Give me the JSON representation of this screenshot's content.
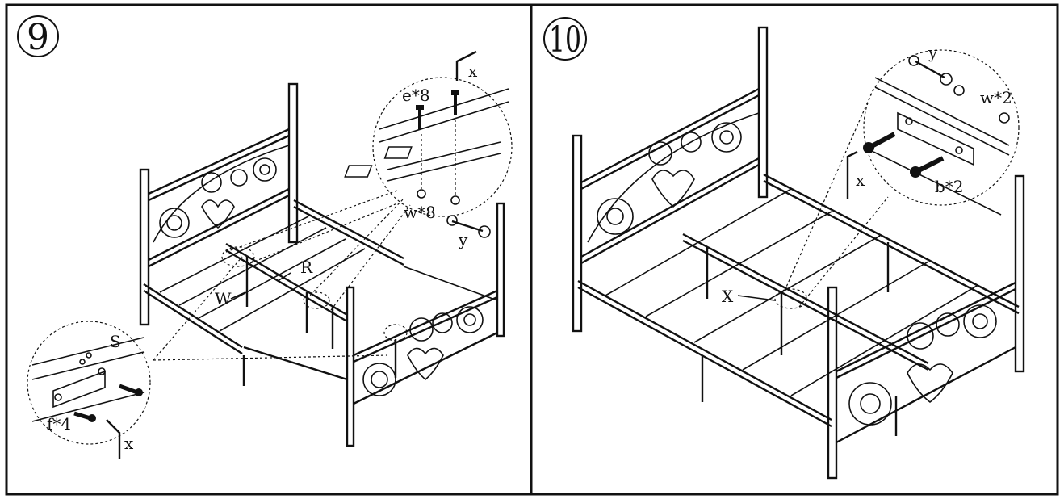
{
  "panels": [
    {
      "step": "9",
      "labels": {
        "x_top": "x",
        "e": "e*8",
        "w": "w*8",
        "y": "y",
        "R": "R",
        "W": "W",
        "S": "S",
        "f": "f*4",
        "x_bottom": "x"
      }
    },
    {
      "step": "10",
      "labels": {
        "y": "y",
        "w": "w*2",
        "x": "x",
        "b": "b*2",
        "X": "X"
      }
    }
  ],
  "colors": {
    "line": "#111111",
    "background": "#ffffff"
  }
}
